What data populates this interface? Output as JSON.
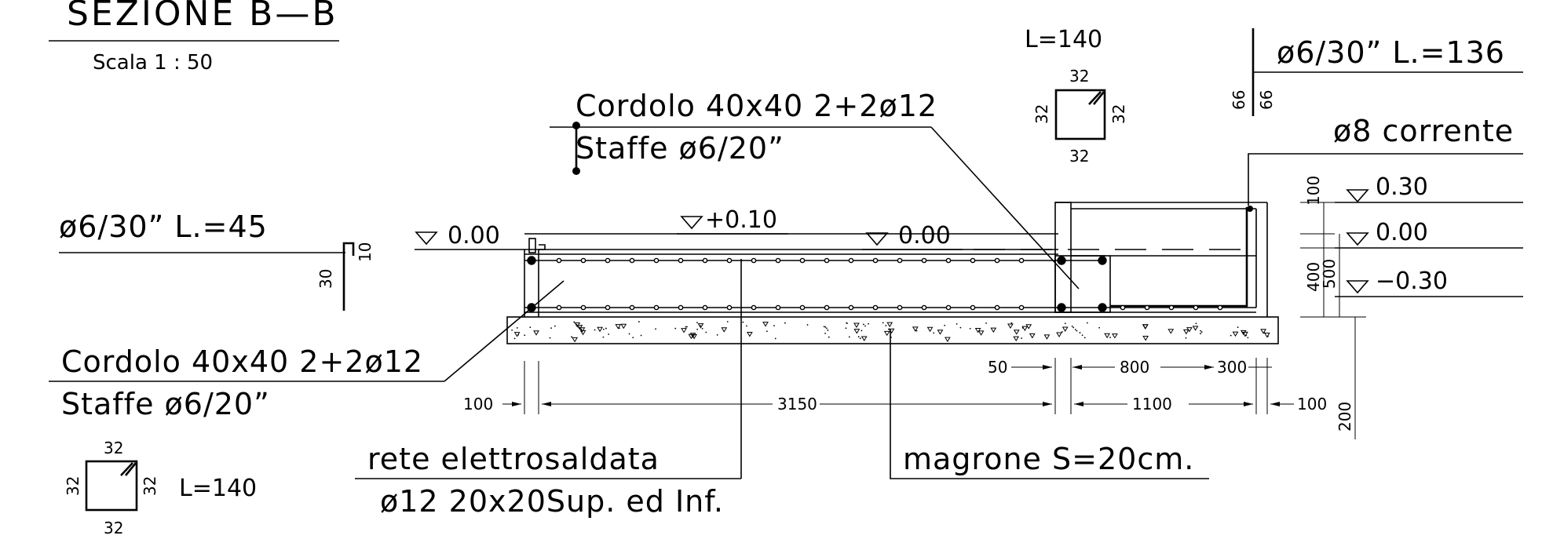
{
  "title": "SEZIONE  B—B",
  "scale": "Scala  1 : 50",
  "labels": {
    "cordolo_top_1": "Cordolo  40x40  2+2ø12",
    "cordolo_top_2": "Staffe  ø6/20”",
    "cordolo_left_1": "Cordolo  40x40  2+2ø12",
    "cordolo_left_2": "Staffe  ø6/20”",
    "hook_bar": "ø6/30”  L.=45",
    "hook_dim_a": "30",
    "hook_dim_b": "10",
    "vert_bar": "ø6/30”  L.=136",
    "vert_dim_a": "66",
    "vert_dim_b": "66",
    "corrente": "ø8  corrente",
    "mesh_1": "rete  elettrosaldata",
    "mesh_2": "ø12  20x20Sup.  ed  Inf.",
    "magrone": "magrone  S=20cm."
  },
  "levels": {
    "left_000": "0.00",
    "top_010": "+0.10",
    "mid_000": "0.00",
    "right_030": "0.30",
    "right_000": "0.00",
    "right_m030": "−0.30"
  },
  "stirrups": {
    "top": {
      "length": "L=140",
      "top": "32",
      "bottom": "32",
      "left": "32",
      "right": "32"
    },
    "bottom": {
      "length": "L=140",
      "top": "32",
      "bottom": "32",
      "left": "32",
      "right": "32"
    }
  },
  "dimensions": {
    "d50": "50",
    "d800": "800",
    "d300": "300",
    "d100_left": "100",
    "d3150": "3150",
    "d1100": "1100",
    "d100_right": "100",
    "d100_v": "100",
    "d400_v": "400",
    "d500_v": "500",
    "d200_v": "200"
  }
}
